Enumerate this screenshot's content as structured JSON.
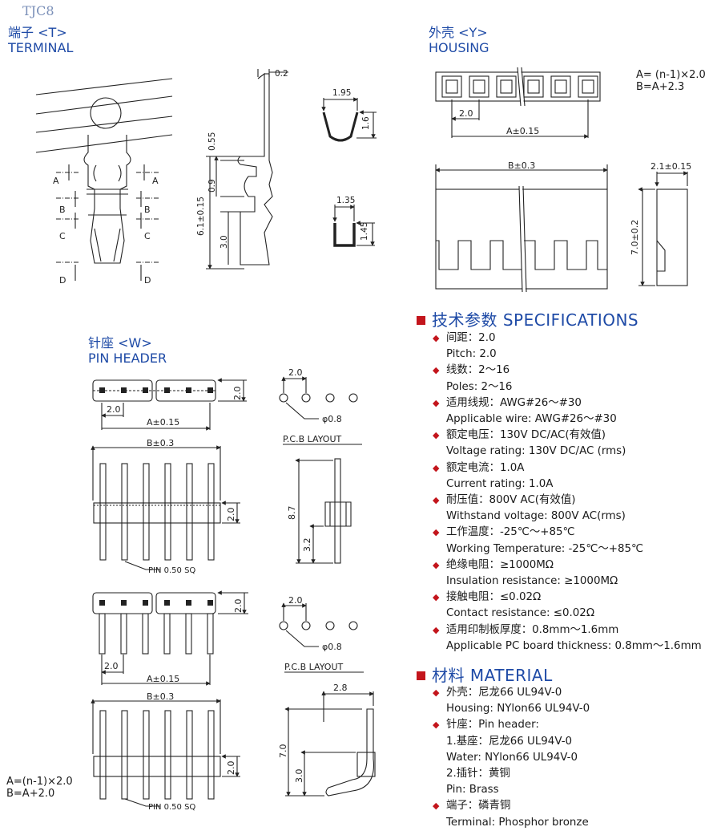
{
  "doc_id": "TJC8",
  "sections": {
    "terminal": {
      "cn": "端子 <T>",
      "en": "TERMINAL"
    },
    "housing": {
      "cn": "外壳 <Y>",
      "en": "HOUSING"
    },
    "pin_header": {
      "cn": "针座 <W>",
      "en": "PIN HEADER"
    }
  },
  "terminal_dims": {
    "thickness": "0.2",
    "d055": "0.55",
    "d09": "0.9",
    "d30": "3.0",
    "total": "6.1±0.15",
    "w195": "1.95",
    "h16": "1.6",
    "w135": "1.35",
    "h145": "1.45",
    "A": "A",
    "B": "B",
    "C": "C",
    "D": "D"
  },
  "housing_dims": {
    "formula_a": "A= (n-1)×2.0",
    "formula_b": "B=A+2.3",
    "pitch": "2.0",
    "a_len": "A±0.15",
    "b_len": "B±0.3",
    "depth": "2.1±0.15",
    "height": "7.0±0.2"
  },
  "pin_header_dims": {
    "pitch": "2.0",
    "height": "2.0",
    "a_len": "A±0.15",
    "b_len": "B±0.3",
    "pcb_pitch": "2.0",
    "hole": "φ0.8",
    "pcb_layout": "P.C.B LAYOUT",
    "pin_sq": "PIN 0.50 SQ",
    "total_h": "8.7",
    "lower_h": "3.2",
    "ra_width": "2.8",
    "ra_h": "7.0",
    "ra_lower": "3.0",
    "formula_a": "A=(n-1)×2.0",
    "formula_b": "B=A+2.0"
  },
  "specifications": {
    "heading": "技术参数 SPECIFICATIONS",
    "items": [
      {
        "cn": "间距：2.0",
        "en": "Pitch: 2.0"
      },
      {
        "cn": "线数：2～16",
        "en": "Poles: 2～16"
      },
      {
        "cn": "适用线规：AWG#26～#30",
        "en": "Applicable wire: AWG#26～#30"
      },
      {
        "cn": "额定电压：130V DC/AC(有效值)",
        "en": "Voltage rating: 130V DC/AC (rms)"
      },
      {
        "cn": "额定电流：1.0A",
        "en": "Current rating: 1.0A"
      },
      {
        "cn": "耐压值：800V AC(有效值)",
        "en": "Withstand voltage: 800V AC(rms)"
      },
      {
        "cn": "工作温度：-25℃～+85℃",
        "en": "Working Temperature: -25℃～+85℃"
      },
      {
        "cn": "绝缘电阻：≥1000MΩ",
        "en": "Insulation resistance: ≥1000MΩ"
      },
      {
        "cn": "接触电阻：≤0.02Ω",
        "en": "Contact resistance: ≤0.02Ω"
      },
      {
        "cn": "适用印制板厚度：0.8mm～1.6mm",
        "en": "Applicable PC board thickness: 0.8mm～1.6mm"
      }
    ]
  },
  "material": {
    "heading": "材料 MATERIAL",
    "housing_cn": "外壳：尼龙66    UL94V-0",
    "housing_en": "Housing:  NYlon66   UL94V-0",
    "pin_header_cn": "针座：Pin header:",
    "base_cn": "1.基座：尼龙66    UL94V-0",
    "base_en": "Water:  NYlon66   UL94V-0",
    "pin_cn": "2.插针：黄铜",
    "pin_en": "Pin:  Brass",
    "terminal_cn": "端子：磷青铜",
    "terminal_en": "Terminal:  Phosphor bronze"
  },
  "colors": {
    "accent_red": "#c3151c",
    "title_blue": "#1e4aa6"
  }
}
